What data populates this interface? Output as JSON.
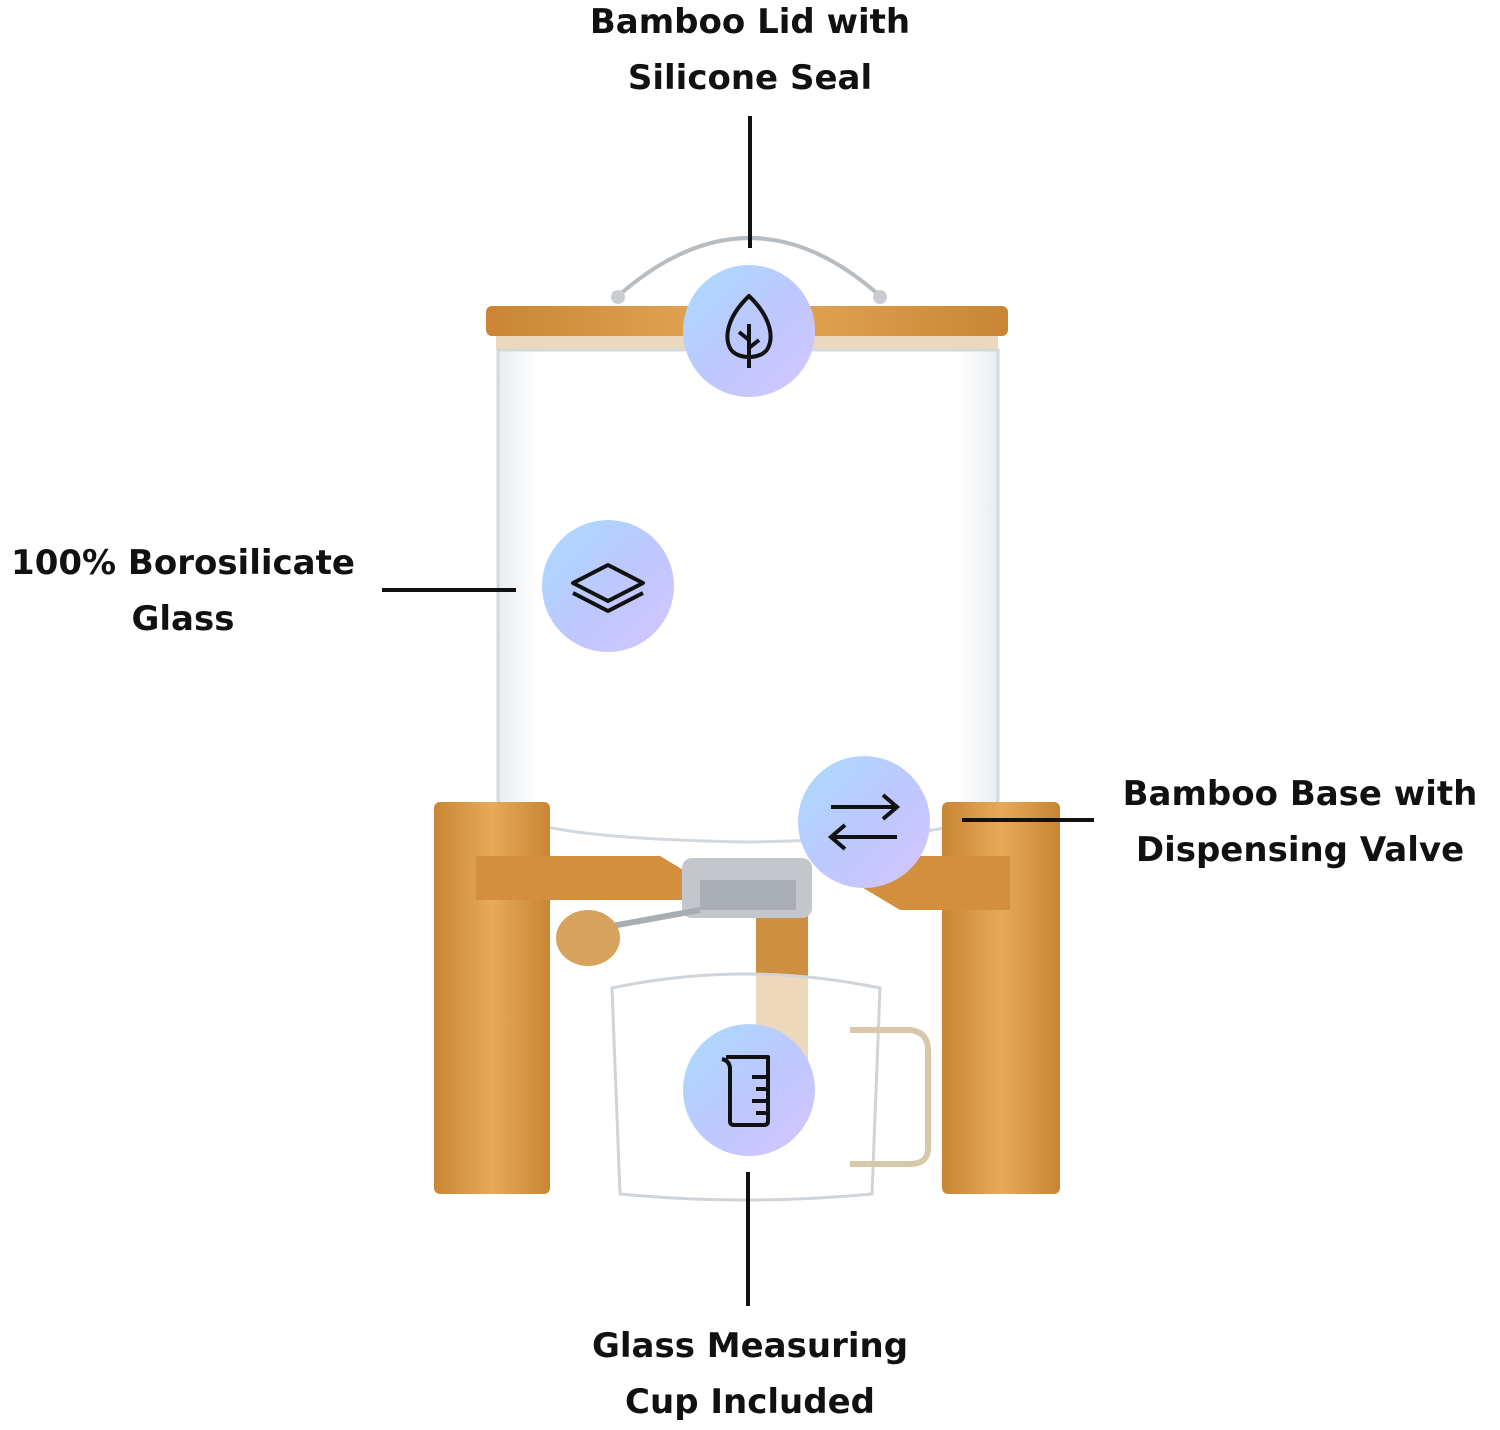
{
  "callouts": {
    "lid": {
      "line1": "Bamboo Lid with",
      "line2": "Silicone Seal",
      "icon": "leaf-icon"
    },
    "glass": {
      "line1": "100% Borosilicate",
      "line2": "Glass",
      "icon": "layers-icon"
    },
    "base": {
      "line1": "Bamboo Base with",
      "line2": "Dispensing Valve",
      "icon": "swap-arrows-icon"
    },
    "cup": {
      "line1": "Glass Measuring",
      "line2": "Cup Included",
      "icon": "measuring-beaker-icon"
    }
  },
  "colors": {
    "text": "#111111",
    "badge_gradient": [
      "#a9dcff",
      "#bcc8ff",
      "#d7c4ff"
    ],
    "bamboo": "#d99a45",
    "glass_edge": "#d8dde2"
  }
}
